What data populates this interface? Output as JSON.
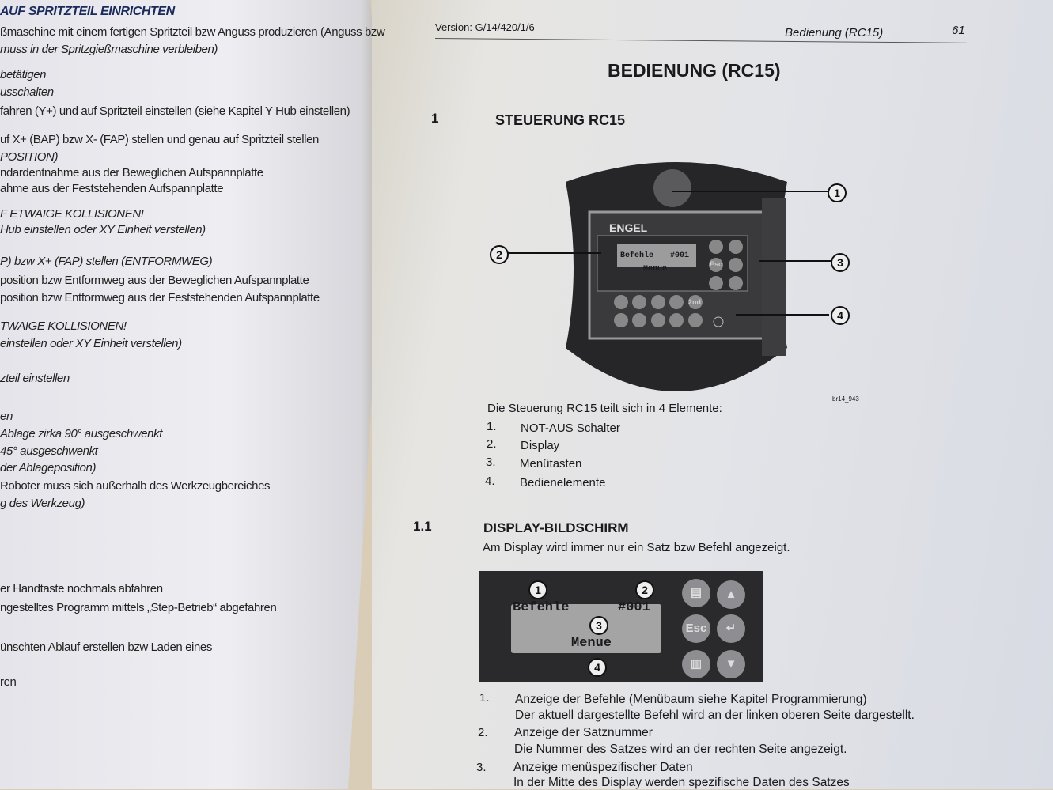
{
  "left_page": {
    "heading": "AUF SPRITZTEIL EINRICHTEN",
    "lines": [
      "ßmaschine mit einem fertigen Spritzteil bzw Anguss produzieren (Anguss bzw",
      "muss in der Spritzgießmaschine verbleiben)",
      "betätigen",
      "usschalten",
      "fahren (Y+) und auf Spritzteil einstellen (siehe Kapitel Y Hub einstellen)",
      "uf X+ (BAP) bzw X- (FAP) stellen und genau auf Spritzteil stellen",
      "POSITION)",
      "ndardentnahme aus der Beweglichen Aufspannplatte",
      "ahme aus der Feststehenden Aufspannplatte",
      "F ETWAIGE KOLLISIONEN!",
      "Hub einstellen oder XY Einheit verstellen)",
      "P) bzw X+ (FAP) stellen (ENTFORMWEG)",
      "position bzw Entformweg aus der Beweglichen Aufspannplatte",
      "position bzw Entformweg aus der Feststehenden Aufspannplatte",
      "TWAIGE KOLLISIONEN!",
      " einstellen oder XY Einheit verstellen)",
      "zteil einstellen",
      "en",
      "Ablage zirka 90° ausgeschwenkt",
      " 45° ausgeschwenkt",
      "der Ablageposition)",
      "  Roboter  muss  sich  außerhalb  des  Werkzeugbereiches",
      "g des Werkzeug)",
      "er Handtaste nochmals abfahren",
      "ngestelltes Programm mittels „Step-Betrieb“ abgefahren",
      "ünschten   Ablauf   erstellen   bzw   Laden   eines",
      "ren"
    ]
  },
  "right_page": {
    "header": {
      "version": "Version: G/14/420/1/6",
      "section": "Bedienung (RC15)",
      "page_number": "61"
    },
    "title": "BEDIENUNG (RC15)",
    "section1": {
      "number": "1",
      "title": "STEUERUNG RC15"
    },
    "figure1": {
      "brand": "ENGEL",
      "display_line1": "Befehle",
      "display_number": "#001",
      "display_line2": "Menue",
      "callouts": [
        "1",
        "2",
        "3",
        "4"
      ],
      "figure_id": "br14_943",
      "keys": {
        "esc": "Esc",
        "second": "2nd"
      }
    },
    "intro": "Die Steuerung RC15 teilt sich in 4 Elemente:",
    "elements": [
      {
        "n": "1.",
        "label": "NOT-AUS Schalter"
      },
      {
        "n": "2.",
        "label": "Display"
      },
      {
        "n": "3.",
        "label": "Menütasten"
      },
      {
        "n": "4.",
        "label": "Bedienelemente"
      }
    ],
    "section11": {
      "number": "1.1",
      "title": "DISPLAY-BILDSCHIRM",
      "text": "Am Display wird immer nur ein Satz bzw Befehl angezeigt."
    },
    "figure2": {
      "display_line1": "Befehle",
      "display_number": "#001",
      "display_line2": "Menue",
      "callouts": [
        "1",
        "2",
        "3",
        "4"
      ],
      "esc": "Esc"
    },
    "descriptions": [
      {
        "n": "1.",
        "title": "Anzeige der Befehle (Menübaum siehe Kapitel Programmierung)",
        "text": "Der aktuell dargestellte Befehl wird an der linken oberen Seite dargestellt."
      },
      {
        "n": "2.",
        "title": "Anzeige der Satznummer",
        "text": "Die Nummer des Satzes wird an der rechten Seite angezeigt."
      },
      {
        "n": "3.",
        "title": "Anzeige menüspezifischer Daten",
        "text": "In der Mitte des Display werden spezifische Daten des Satzes"
      }
    ]
  }
}
